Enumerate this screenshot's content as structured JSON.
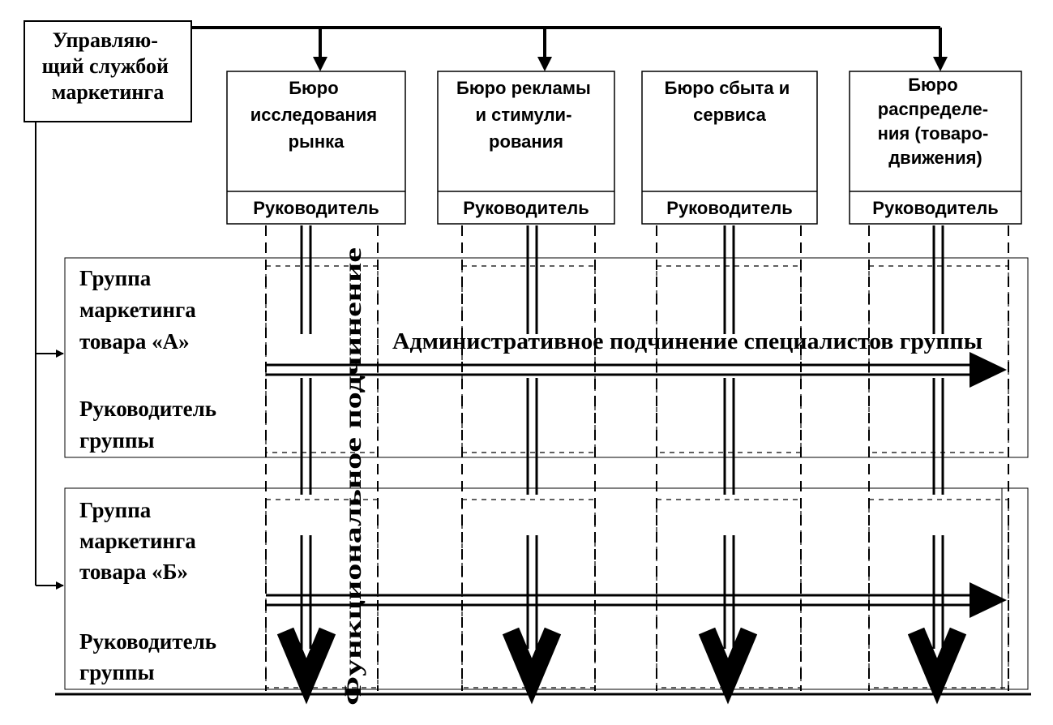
{
  "manager": {
    "lines": [
      "Управляю-",
      "щий службой",
      "маркетинга"
    ]
  },
  "bureaus": [
    {
      "lines": [
        "Бюро",
        "исследования",
        "рынка"
      ],
      "head": "Руководитель"
    },
    {
      "lines": [
        "Бюро рекламы",
        "и стимули-",
        "рования"
      ],
      "head": "Руководитель"
    },
    {
      "lines": [
        "Бюро сбыта и",
        "сервиса"
      ],
      "head": "Руководитель"
    },
    {
      "lines": [
        "Бюро",
        "распределе-",
        "ния (товаро-",
        "движения)"
      ],
      "head": "Руководитель"
    }
  ],
  "groups": [
    {
      "name_lines": [
        "Группа",
        "маркетинга",
        "товара «А»"
      ],
      "leader_lines": [
        "Руководитель",
        "группы"
      ]
    },
    {
      "name_lines": [
        "Группа",
        "маркетинга",
        "товара «Б»"
      ],
      "leader_lines": [
        "Руководитель",
        "группы"
      ]
    }
  ],
  "admin_label": "Административное подчинение специалистов группы",
  "functional_label": "Функциональное подчинение"
}
